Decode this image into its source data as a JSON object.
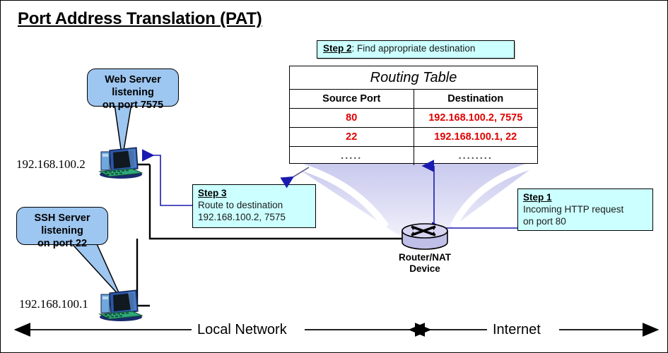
{
  "diagram": {
    "title": "Port Address Translation (PAT)",
    "zones": {
      "local": "Local Network",
      "internet": "Internet"
    }
  },
  "bubbles": [
    {
      "id": "web-server",
      "line1": "Web Server",
      "line2": "listening",
      "line3": "on port 7575"
    },
    {
      "id": "ssh-server",
      "line1": "SSH Server",
      "line2": "listening",
      "line3": "on port 22"
    }
  ],
  "hosts": [
    {
      "id": "web-host",
      "ip": "192.168.100.2"
    },
    {
      "id": "ssh-host",
      "ip": "192.168.100.1"
    }
  ],
  "router": {
    "label_line1": "Router/NAT",
    "label_line2": "Device",
    "icon": "router-icon"
  },
  "steps": {
    "step1": {
      "label": "Step 1",
      "line1": "Incoming HTTP request",
      "line2": "on port 80"
    },
    "step2": {
      "label": "Step 2",
      "separator": ":",
      "text": " Find appropriate destination"
    },
    "step3": {
      "label": "Step 3",
      "line1": "Route to destination",
      "line2": "192.168.100.2, 7575"
    }
  },
  "routing_table": {
    "title": "Routing Table",
    "columns": [
      "Source Port",
      "Destination"
    ],
    "rows": [
      {
        "source_port": "80",
        "destination": "192.168.100.2, 7575"
      },
      {
        "source_port": "22",
        "destination": "192.168.100.1, 22"
      },
      {
        "source_port": ".....",
        "destination": "........"
      }
    ]
  },
  "colors": {
    "bubble_fill": "#9dc6f0",
    "step_fill": "#ccffff",
    "table_data": "#e00000",
    "arrow_blue": "#1a1ab0",
    "funnel": "#ccccf0"
  }
}
